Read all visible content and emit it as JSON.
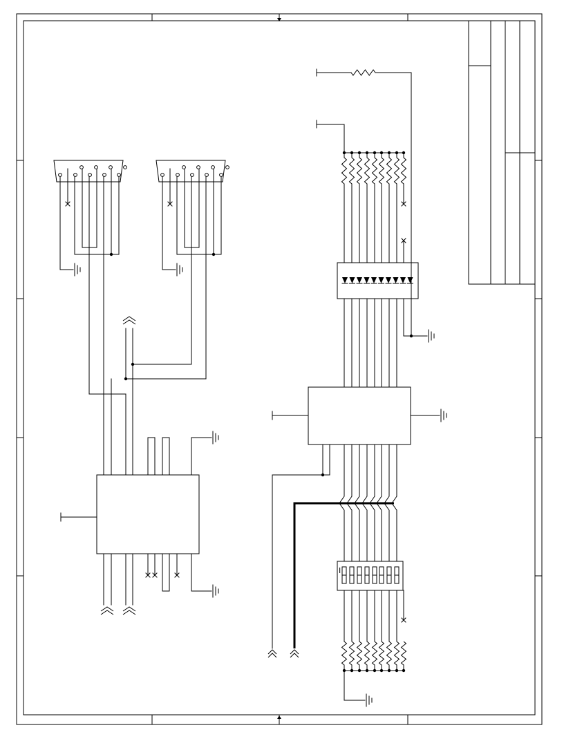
{
  "sheet": {
    "title": "",
    "border": "double",
    "title_block": "empty",
    "line_color": "#000000",
    "bus_color": "#000000",
    "background": "#ffffff"
  },
  "components": {
    "connectors": [
      {
        "name": "db9-connector-1",
        "pins": 9,
        "label": ""
      },
      {
        "name": "db9-connector-2",
        "pins": 9,
        "label": ""
      }
    ],
    "ics": [
      {
        "name": "ic-left",
        "label": ""
      },
      {
        "name": "ic-right",
        "label": ""
      }
    ],
    "led_array": {
      "name": "led-bar-array",
      "count": 10
    },
    "dip_switch": {
      "name": "dip-switch",
      "count": 8,
      "marker": "I"
    },
    "resistor_networks": [
      {
        "name": "resistor-network-top",
        "count": 8
      },
      {
        "name": "resistor-network-bottom",
        "count": 8
      }
    ],
    "grounds": 7
  }
}
